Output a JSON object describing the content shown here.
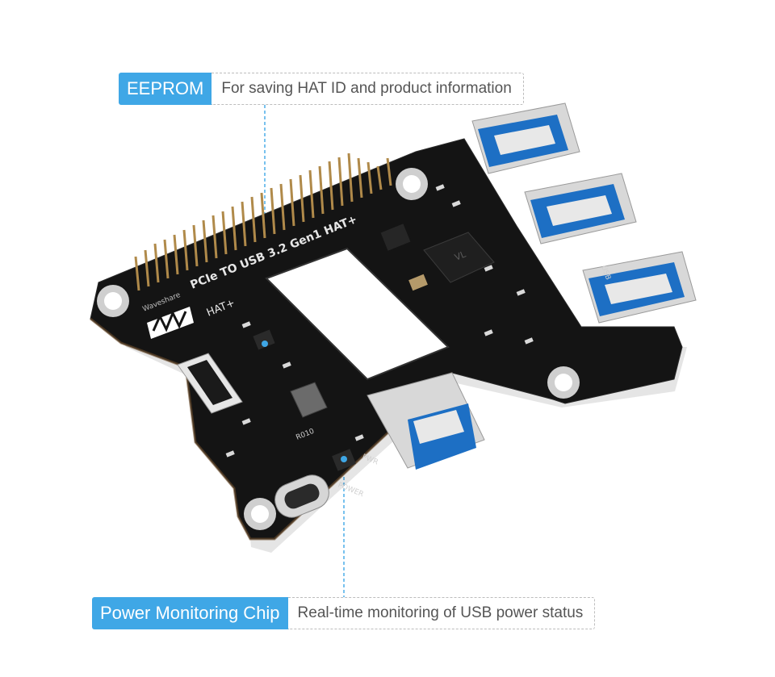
{
  "callouts": {
    "eeprom": {
      "label": "EEPROM",
      "description": "For saving HAT ID and product information"
    },
    "power": {
      "label": "Power Monitoring Chip",
      "description": "Real-time monitoring of USB power status"
    }
  },
  "board": {
    "silkscreen_title": "PCIe TO USB 3.2 Gen1 HAT+",
    "hat_badge": "HAT+",
    "brand": "Waveshare",
    "usb_label": "USB",
    "power_label": "POWER",
    "pwr_label": "PWR",
    "inductor_label": "R010"
  },
  "colors": {
    "accent": "#3fa7e6",
    "pcb": "#141414",
    "usb_blue": "#1d6fc4"
  }
}
